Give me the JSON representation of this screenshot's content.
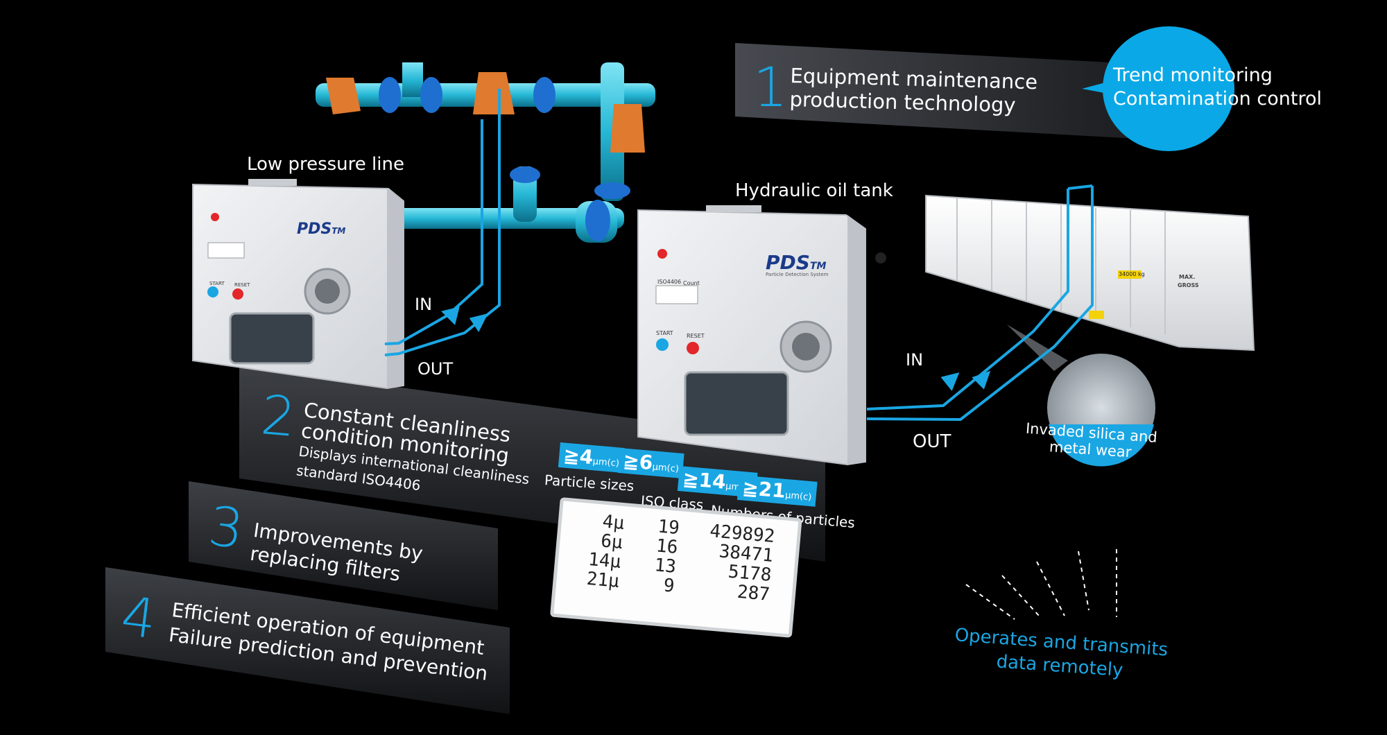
{
  "steps": [
    {
      "number": "1",
      "lines": [
        "Equipment maintenance",
        "production technology"
      ]
    },
    {
      "number": "2",
      "lines": [
        "Constant cleanliness",
        "condition monitoring"
      ],
      "sub_lines": [
        "Displays international cleanliness",
        "standard ISO4406"
      ]
    },
    {
      "number": "3",
      "lines": [
        "Improvements by",
        "replacing filters"
      ]
    },
    {
      "number": "4",
      "lines": [
        "Efficient operation of equipment",
        "Failure prediction and prevention"
      ]
    }
  ],
  "bubble": {
    "lines": [
      "Trend monitoring",
      "Contamination control"
    ]
  },
  "labels": {
    "low_pressure_line": "Low pressure line",
    "hydraulic_oil_tank": "Hydraulic oil tank",
    "in_left": "IN",
    "out_left": "OUT",
    "in_right": "IN",
    "out_right": "OUT",
    "invaded": [
      "Invaded silica and",
      "metal wear"
    ],
    "remote": [
      "Operates and transmits",
      "data remotely"
    ]
  },
  "device": {
    "brand": "PDS",
    "brand_suffix": "TM",
    "subtitle": "Particle Detection System",
    "start": "START",
    "reset": "RESET",
    "iso_header": "ISO4406",
    "count_header": "Count"
  },
  "tank": {
    "weight": "34000 kg",
    "max": "MAX.",
    "gross": "GROSS"
  },
  "particle_chips": [
    {
      "symbol": "≧",
      "size": "4",
      "unit": "μm(c)"
    },
    {
      "symbol": "≧",
      "size": "6",
      "unit": "μm(c)"
    },
    {
      "symbol": "≧",
      "size": "14",
      "unit": "μm(c)"
    },
    {
      "symbol": "≧",
      "size": "21",
      "unit": "μm(c)"
    }
  ],
  "table_headers": {
    "sizes": "Particle sizes",
    "iso": "ISO class",
    "numbers": "Numbers of particles"
  },
  "lcd_rows": [
    {
      "size": "4μ",
      "iso": "19",
      "count": "429892"
    },
    {
      "size": "6μ",
      "iso": "16",
      "count": "38471"
    },
    {
      "size": "14μ",
      "iso": "13",
      "count": "5178"
    },
    {
      "size": "21μ",
      "iso": "9",
      "count": "287"
    }
  ],
  "colors": {
    "accent": "#1aa6e3",
    "background": "#000000",
    "panel": "#3a3d42",
    "pipe": "#2cc6e0",
    "valve": "#e07a2e",
    "reset": "#e3262a"
  }
}
